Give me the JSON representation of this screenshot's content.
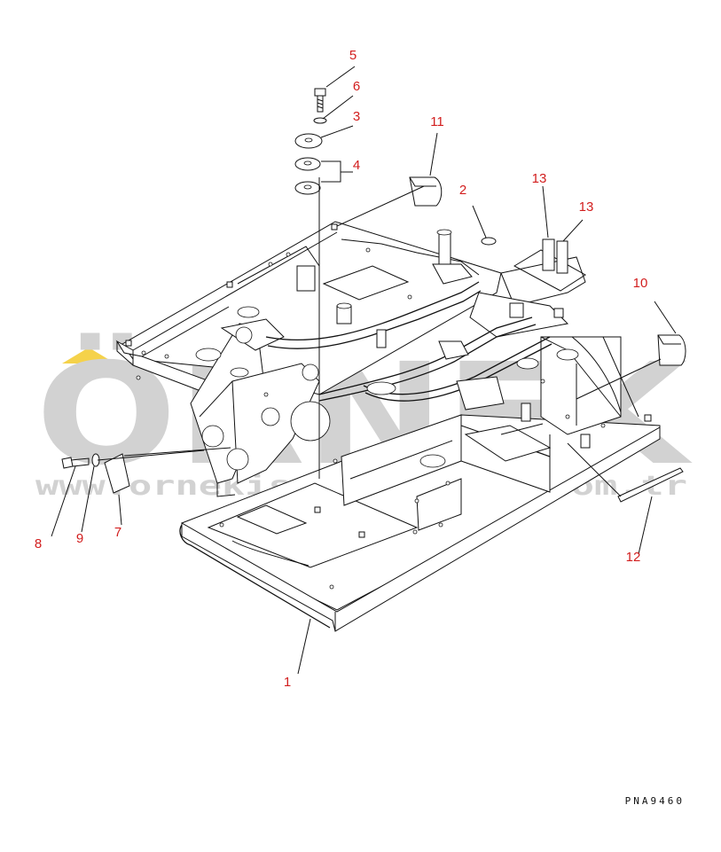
{
  "watermark": {
    "brand": "ÖRNEK",
    "site": "www.ornekismakinalari.com.tr",
    "color": "#d2d2d2",
    "accent_color": "#f5d24a"
  },
  "drawing_code": "PNA9460",
  "callouts": [
    {
      "id": "1",
      "label": "1"
    },
    {
      "id": "2",
      "label": "2"
    },
    {
      "id": "3",
      "label": "3"
    },
    {
      "id": "4",
      "label": "4"
    },
    {
      "id": "5",
      "label": "5"
    },
    {
      "id": "6",
      "label": "6"
    },
    {
      "id": "7",
      "label": "7"
    },
    {
      "id": "8",
      "label": "8"
    },
    {
      "id": "9",
      "label": "9"
    },
    {
      "id": "10",
      "label": "10"
    },
    {
      "id": "11",
      "label": "11"
    },
    {
      "id": "12",
      "label": "12"
    },
    {
      "id": "13a",
      "label": "13"
    },
    {
      "id": "13b",
      "label": "13"
    }
  ],
  "callout_color": "#d21e1e"
}
